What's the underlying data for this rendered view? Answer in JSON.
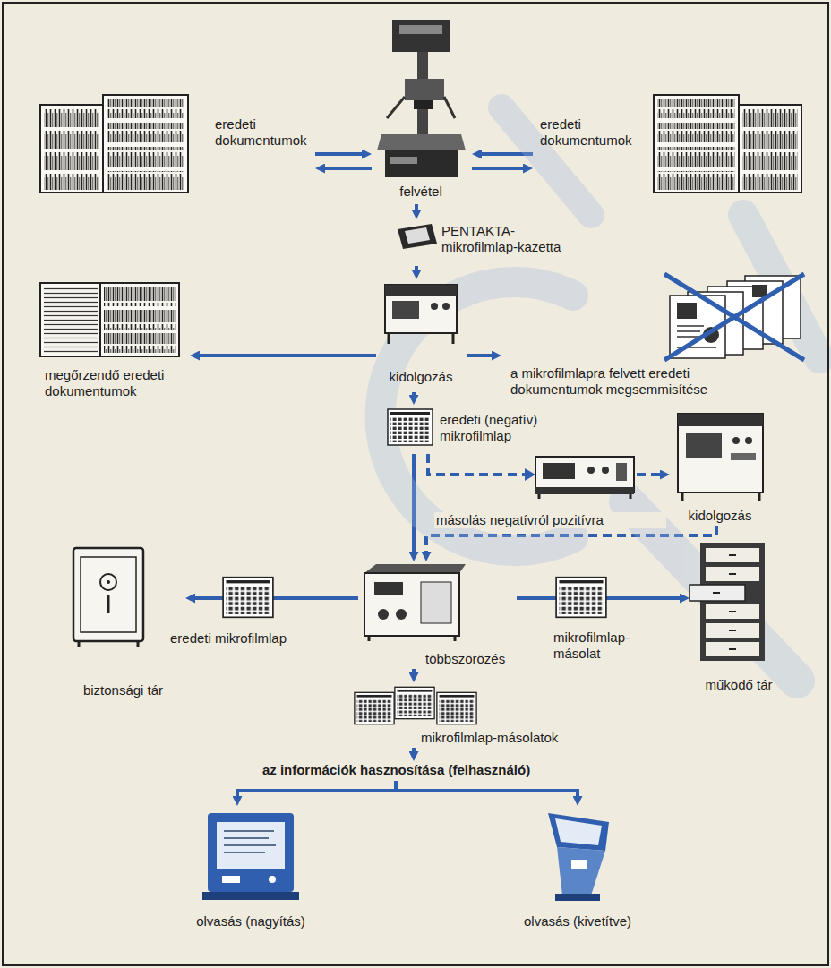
{
  "diagram": {
    "nodes": [
      {
        "text": [
          "eredeti dokumentumok"
        ]
      },
      {
        "text": [
          "felvétel"
        ]
      },
      {
        "text": [
          "eredeti dokumentumok"
        ]
      },
      {
        "text": [
          "PENTAKTA- mikrofilmlap-kazetta"
        ]
      },
      {
        "text": [
          "kidolgozás"
        ]
      },
      {
        "text": [
          "megőrzendő eredeti dokumentumok"
        ]
      },
      {
        "text": [
          "a mikrofilmlapra felvett eredeti dokumentumok megsemmisítése"
        ]
      },
      {
        "text": [
          "eredeti (negatív) mikrofilmlap"
        ]
      },
      {
        "text": [
          "kidolgozás"
        ]
      },
      {
        "text": [
          "biztonsági tár"
        ]
      },
      {
        "text": [
          "többszörözés"
        ]
      },
      {
        "text": [
          "működő tár"
        ]
      },
      {
        "text": [
          "mikrofilmlap-másolatok"
        ]
      },
      {
        "text": [
          "az információk hasznosítása (felhasználó)"
        ]
      },
      {
        "text": [
          "olvasás (nagyítás)"
        ]
      },
      {
        "text": [
          "olvasás (kivetítve)"
        ]
      }
    ],
    "edges": [
      {
        "from": 0,
        "to": 1,
        "arrow": "to"
      },
      {
        "from": 1,
        "to": 0,
        "arrow": "to"
      },
      {
        "from": 2,
        "to": 1,
        "arrow": "to"
      },
      {
        "from": 1,
        "to": 2,
        "arrow": "to"
      },
      {
        "from": 1,
        "to": 3,
        "arrow": "to"
      },
      {
        "from": 3,
        "to": 4,
        "arrow": "to"
      },
      {
        "from": 4,
        "to": 5,
        "arrow": "to"
      },
      {
        "from": 4,
        "to": 6,
        "arrow": "to"
      },
      {
        "from": 4,
        "to": 7,
        "arrow": "to"
      },
      {
        "from": 7,
        "to": 8,
        "arrow": "to"
      },
      {
        "from": 8,
        "to": 10,
        "label": "másolás negatívról pozitívra",
        "arrow": "to"
      },
      {
        "from": 7,
        "to": 10,
        "arrow": "to"
      },
      {
        "from": 10,
        "to": 9,
        "label": "eredeti mikrofilmlap",
        "arrow": "to"
      },
      {
        "from": 10,
        "to": 11,
        "label": "mikrofilmlap- másolat",
        "arrow": "to"
      },
      {
        "from": 10,
        "to": 12,
        "arrow": "to"
      },
      {
        "from": 12,
        "to": 13,
        "arrow": "to"
      },
      {
        "from": 13,
        "to": 14,
        "arrow": "to"
      },
      {
        "from": 13,
        "to": 15,
        "arrow": "to"
      }
    ]
  }
}
